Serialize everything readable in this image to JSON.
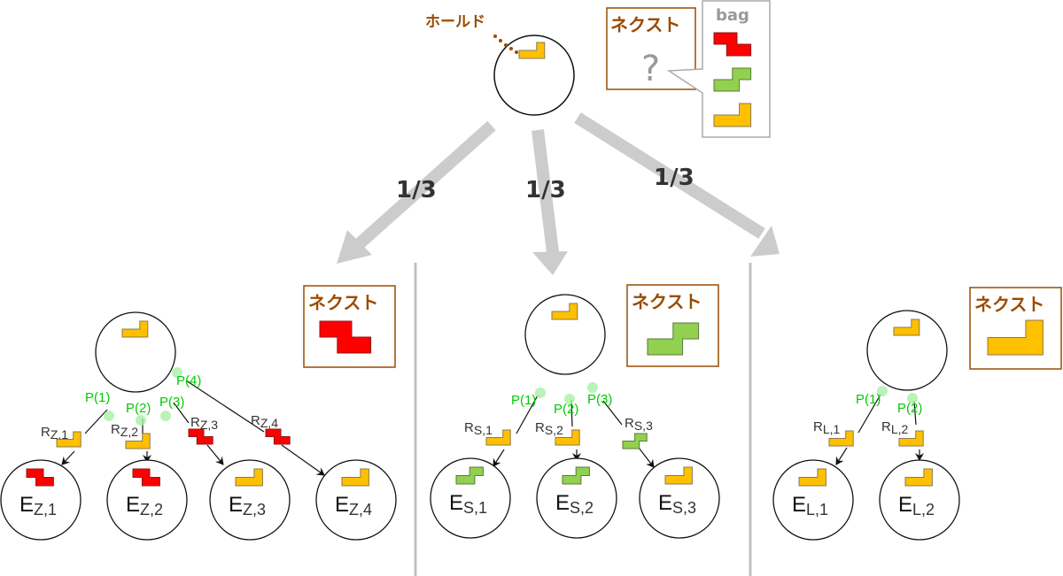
{
  "colors": {
    "Z": "#ff0000",
    "Z_edge": "#8b1a1a",
    "S": "#92d050",
    "S_edge": "#5a7a3a",
    "L": "#ffc000",
    "L_edge": "#8a7a50",
    "next_text": "#9a4b00",
    "next_border": "#9a4b00",
    "next_border_light": "#d2aa80",
    "prob_arrow": "#cccccc",
    "p_label": "#00cc00",
    "divider": "#c0c0c0"
  },
  "root": {
    "hold_label": "ホールド",
    "hold_piece": "L",
    "next_box": {
      "title": "ネクスト",
      "unknown": "?"
    },
    "bag": {
      "title": "bag",
      "pieces": [
        "Z",
        "S",
        "L"
      ]
    }
  },
  "branches": [
    {
      "id": "Z",
      "probability": "1/3",
      "next_title": "ネクスト",
      "next_piece": "Z",
      "hold_piece": "L",
      "placements": [
        {
          "p": "P(1)",
          "r": "R",
          "r_sub": "Z,1",
          "r_piece": "L",
          "e": "E",
          "e_sub": "Z,1",
          "e_piece": "Z"
        },
        {
          "p": "P(2)",
          "r": "R",
          "r_sub": "Z,2",
          "r_piece": "L",
          "e": "E",
          "e_sub": "Z,2",
          "e_piece": "Z"
        },
        {
          "p": "P(3)",
          "r": "R",
          "r_sub": "Z,3",
          "r_piece": "Z",
          "e": "E",
          "e_sub": "Z,3",
          "e_piece": "L"
        },
        {
          "p": "P(4)",
          "r": "R",
          "r_sub": "Z,4",
          "r_piece": "Z",
          "e": "E",
          "e_sub": "Z,4",
          "e_piece": "L"
        }
      ]
    },
    {
      "id": "S",
      "probability": "1/3",
      "next_title": "ネクスト",
      "next_piece": "S",
      "hold_piece": "L",
      "placements": [
        {
          "p": "P(1)",
          "r": "R",
          "r_sub": "S,1",
          "r_piece": "L",
          "e": "E",
          "e_sub": "S,1",
          "e_piece": "S"
        },
        {
          "p": "P(2)",
          "r": "R",
          "r_sub": "S,2",
          "r_piece": "L",
          "e": "E",
          "e_sub": "S,2",
          "e_piece": "S"
        },
        {
          "p": "P(3)",
          "r": "R",
          "r_sub": "S,3",
          "r_piece": "S",
          "e": "E",
          "e_sub": "S,3",
          "e_piece": "L"
        }
      ]
    },
    {
      "id": "L",
      "probability": "1/3",
      "next_title": "ネクスト",
      "next_piece": "L",
      "hold_piece": "L",
      "placements": [
        {
          "p": "P(1)",
          "r": "R",
          "r_sub": "L,1",
          "r_piece": "L",
          "e": "E",
          "e_sub": "L,1",
          "e_piece": "L"
        },
        {
          "p": "P(2)",
          "r": "R",
          "r_sub": "L,2",
          "r_piece": "L",
          "e": "E",
          "e_sub": "L,2",
          "e_piece": "L"
        }
      ]
    }
  ]
}
